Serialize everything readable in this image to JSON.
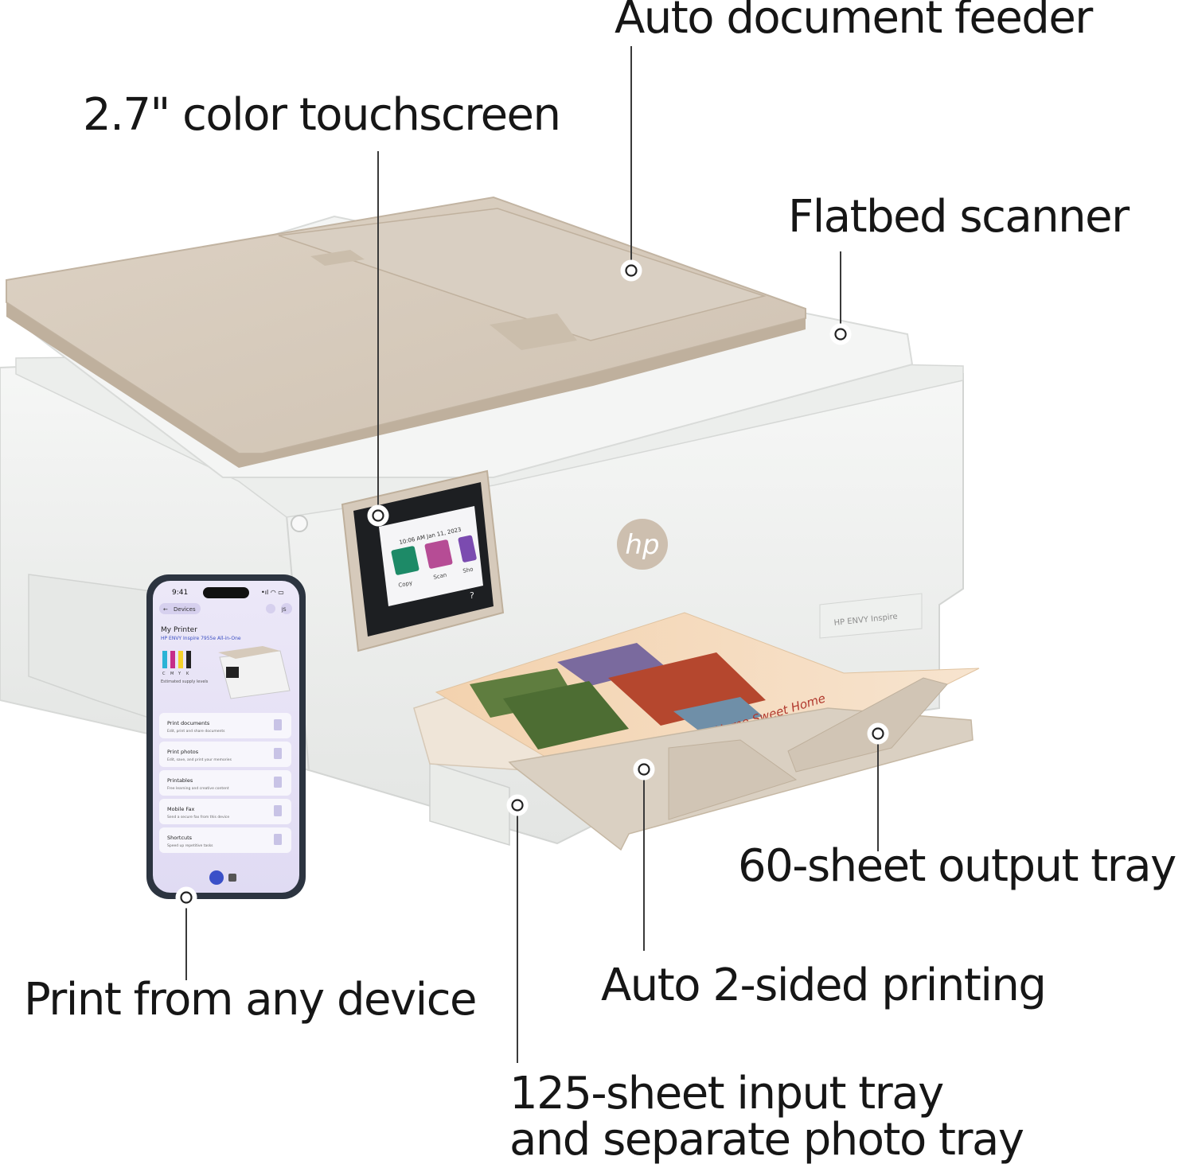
{
  "callouts": {
    "auto_document_feeder": "Auto document feeder",
    "color_touchscreen": "2.7\" color touchscreen",
    "flatbed_scanner": "Flatbed scanner",
    "output_tray": "60-sheet output tray",
    "print_any_device": "Print from any device",
    "auto_two_sided": "Auto 2-sided printing",
    "input_tray_line1": "125-sheet input tray",
    "input_tray_line2": "and separate photo tray"
  },
  "printer": {
    "brand": "hp",
    "model_label": "HP ENVY Inspire",
    "screen": {
      "datetime": "10:06 AM Jan 11, 2023",
      "tiles": [
        "Copy",
        "Scan",
        "Sho"
      ],
      "help": "?"
    },
    "paper_caption": "Home Sweet Home"
  },
  "phone": {
    "time": "9:41",
    "back_label": "Devices",
    "avatar": "JS",
    "title": "My Printer",
    "subtitle": "HP ENVY Inspire 7955e All-in-One",
    "ink_letters": [
      "C",
      "M",
      "Y",
      "K"
    ],
    "supply_caption": "Estimated supply levels",
    "menu": [
      {
        "title": "Print documents",
        "desc": "Edit, print and share documents"
      },
      {
        "title": "Print photos",
        "desc": "Edit, save, and print your memories"
      },
      {
        "title": "Printables",
        "desc": "Free learning and creative content"
      },
      {
        "title": "Mobile Fax",
        "desc": "Send a secure fax from this device"
      },
      {
        "title": "Shortcuts",
        "desc": "Speed up repetitive tasks"
      }
    ]
  },
  "colors": {
    "lid_taupe": "#d6cabb",
    "body_white": "#f1f2f1",
    "phone_screen": "#e5e1f5",
    "tile_copy": "#1d8a67",
    "tile_scan": "#b64c95",
    "tile_shortcut": "#7b4bb0"
  }
}
